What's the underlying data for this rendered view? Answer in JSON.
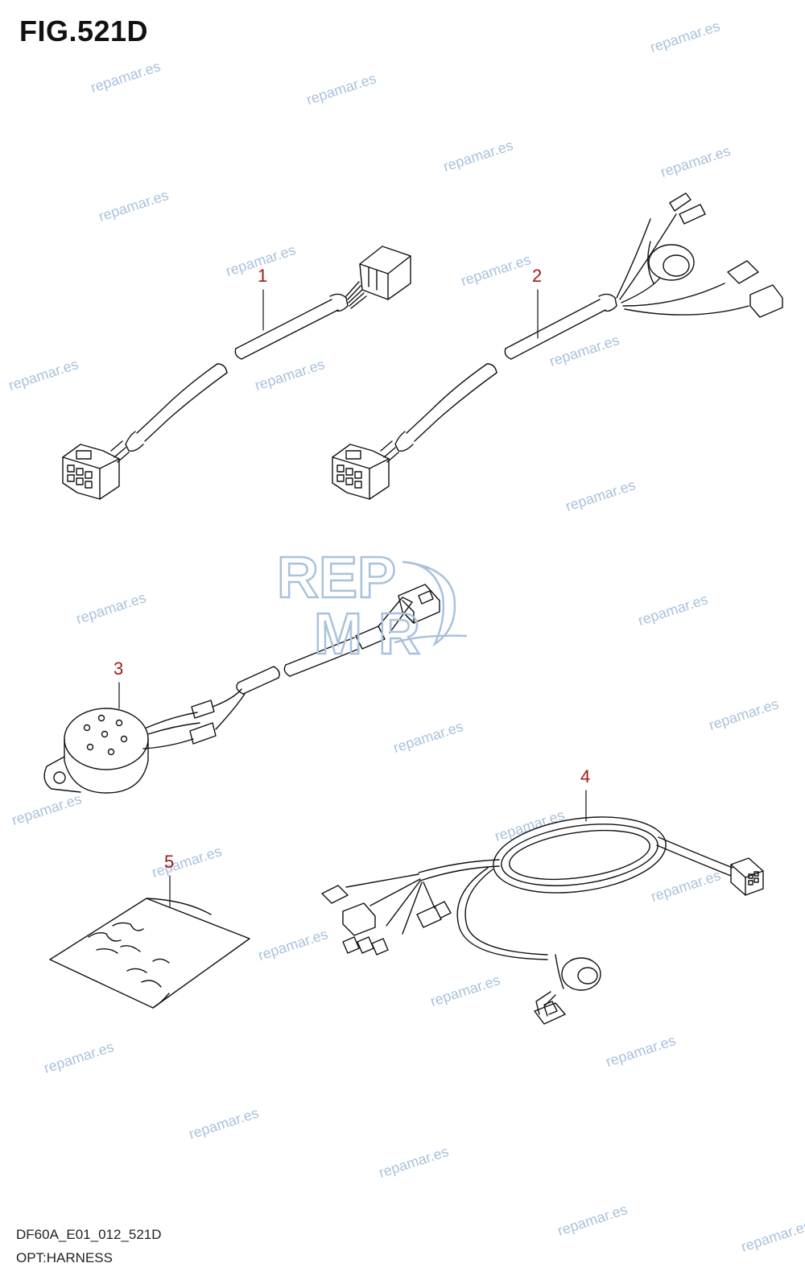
{
  "figure": {
    "title": "FIG.521D",
    "code": "DF60A_E01_012_521D",
    "label": "OPT:HARNESS"
  },
  "callouts": [
    "1",
    "2",
    "3",
    "4",
    "5"
  ],
  "watermark": {
    "text": "repamar.es",
    "logo_text_top": "REP",
    "logo_text_bottom": "M  R",
    "color": "#a9c2dc"
  },
  "colors": {
    "callout": "#a11a1a",
    "line": "#111111"
  }
}
